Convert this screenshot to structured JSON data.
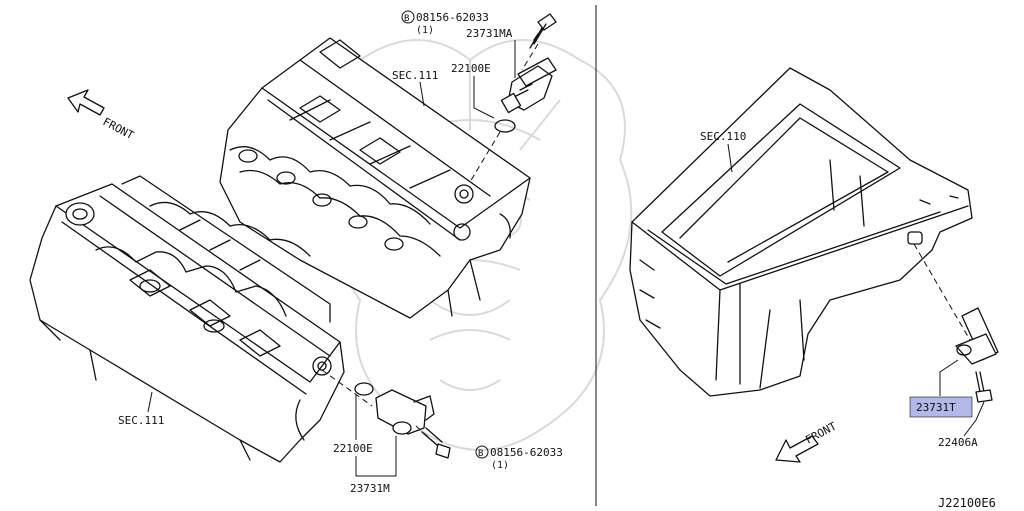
{
  "labels": {
    "sec111_top": "SEC.111",
    "sec111_bottom": "SEC.111",
    "sec110": "SEC.110",
    "front_left": "FRONT",
    "front_right": "FRONT",
    "bolt_top_code": "08156-62033",
    "bolt_top_qty": "(1)",
    "bolt_bottom_code": "08156-62033",
    "bolt_bottom_qty": "(1)",
    "bolt_circle": "B",
    "part_23731MA": "23731MA",
    "part_22100E_top": "22100E",
    "part_22100E_bottom": "22100E",
    "part_23731M": "23731M",
    "part_23731T": "23731T",
    "part_22406A": "22406A",
    "diagram_id": "J22100E6"
  },
  "colors": {
    "highlight": "#b3b8e8",
    "line": "#111111",
    "watermark": "#d6d6d6"
  }
}
